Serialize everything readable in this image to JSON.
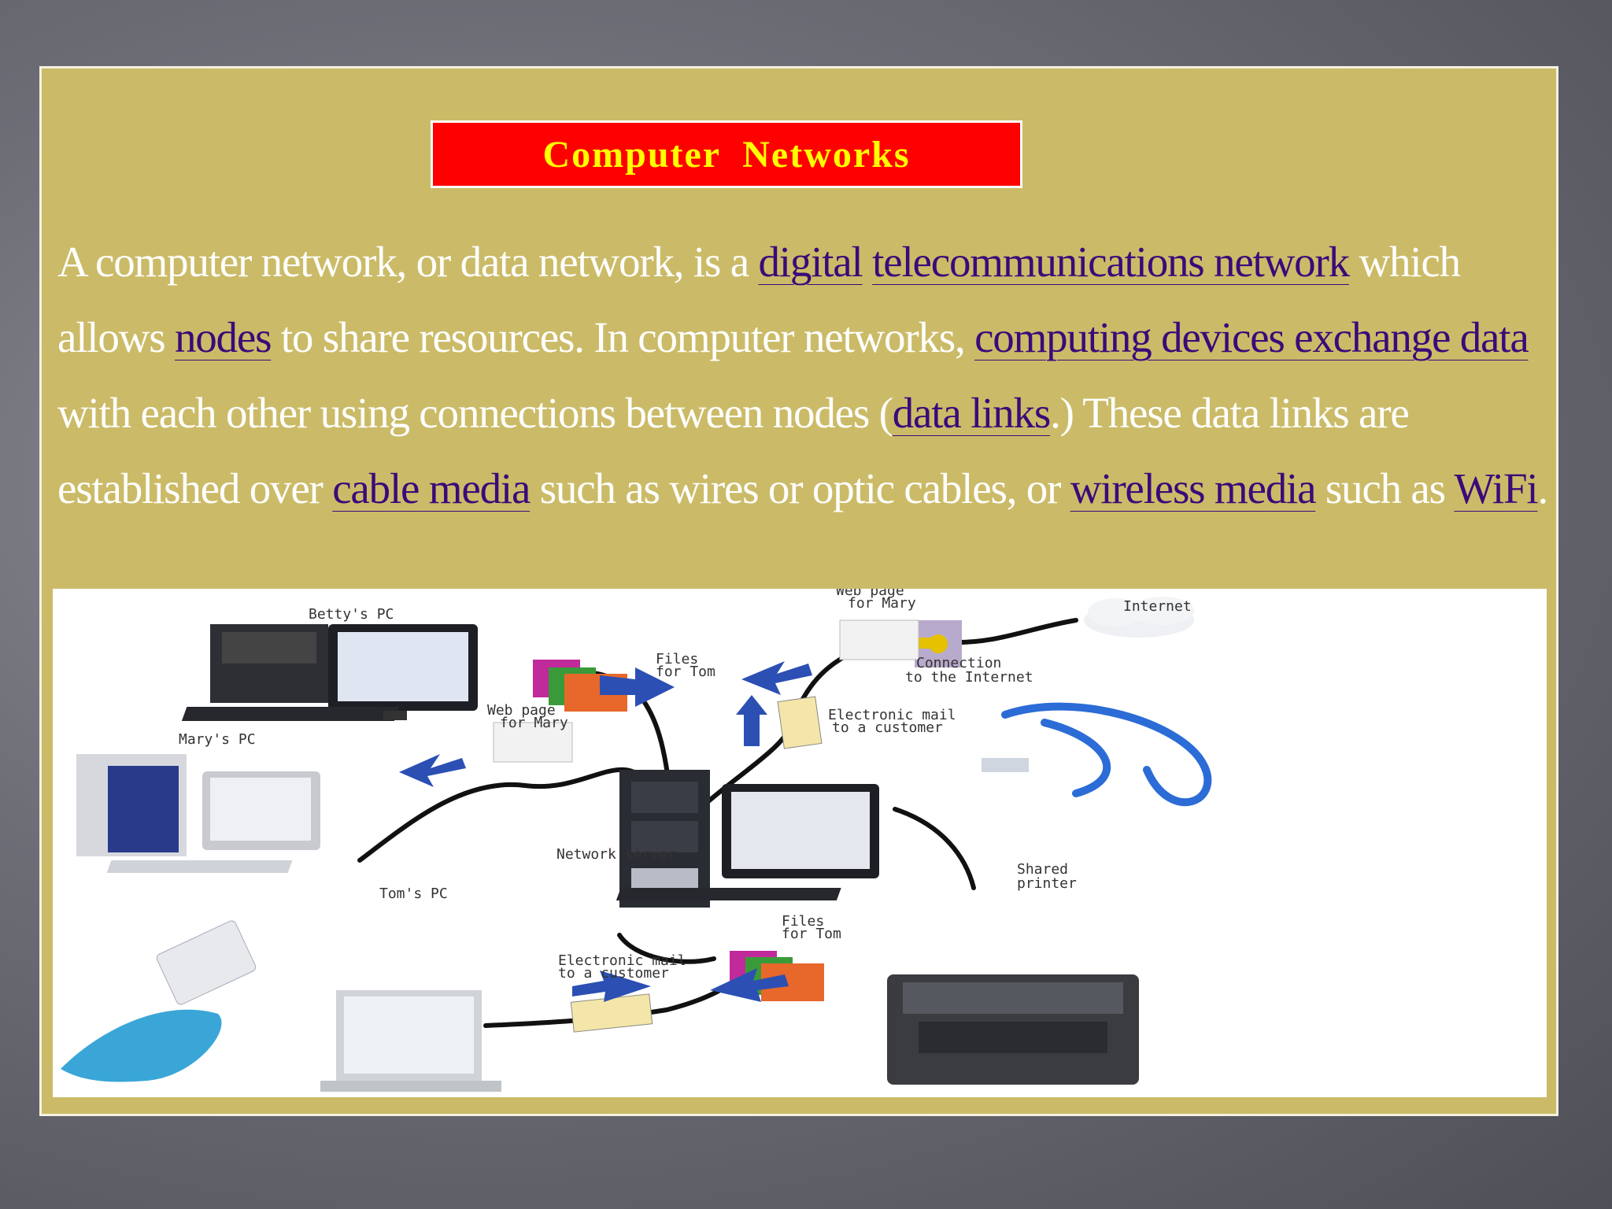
{
  "slide": {
    "title": "Computer  Networks",
    "paragraph": [
      {
        "t": "A computer network, or data network, is a ",
        "link": false
      },
      {
        "t": "digital",
        "link": true
      },
      {
        "t": " ",
        "link": false
      },
      {
        "t": "telecommunications network",
        "link": true
      },
      {
        "t": " which allows ",
        "link": false
      },
      {
        "t": "nodes",
        "link": true
      },
      {
        "t": " to share resources. In computer networks, ",
        "link": false
      },
      {
        "t": "computing devices exchange data",
        "link": true
      },
      {
        "t": " with each other using connections between nodes (",
        "link": false
      },
      {
        "t": "data links",
        "link": true
      },
      {
        "t": ".) These data links are established over ",
        "link": false
      },
      {
        "t": "cable media",
        "link": true
      },
      {
        "t": " such as wires or optic cables, or ",
        "link": false
      },
      {
        "t": "wireless media",
        "link": true
      },
      {
        "t": " such as ",
        "link": false
      },
      {
        "t": "WiFi",
        "link": true
      },
      {
        "t": ".",
        "link": false
      }
    ]
  },
  "diagram": {
    "labels": {
      "bettys_pc": "Betty's PC",
      "marys_pc": "Mary's PC",
      "toms_pc": "Tom's PC",
      "network_server": "Network server",
      "shared_printer_1": "Shared",
      "shared_printer_2": "printer",
      "internet": "Internet",
      "connection_1": "Connection",
      "connection_2": "to the Internet",
      "web_page_top_1": "Web page",
      "web_page_top_2": "for Mary",
      "web_page_mid_1": "Web page",
      "web_page_mid_2": "for Mary",
      "files_top_1": "Files",
      "files_top_2": "for Tom",
      "files_bottom_1": "Files",
      "files_bottom_2": "for Tom",
      "email_right_1": "Electronic mail",
      "email_right_2": "to a customer",
      "email_bottom_1": "Electronic mail",
      "email_bottom_2": "to a customer"
    }
  },
  "colors": {
    "slide_bg": "#cbbb68",
    "title_bg": "#ff0000",
    "title_text": "#ffff00",
    "link": "#3a0a7a",
    "body_text": "#ffffff"
  }
}
